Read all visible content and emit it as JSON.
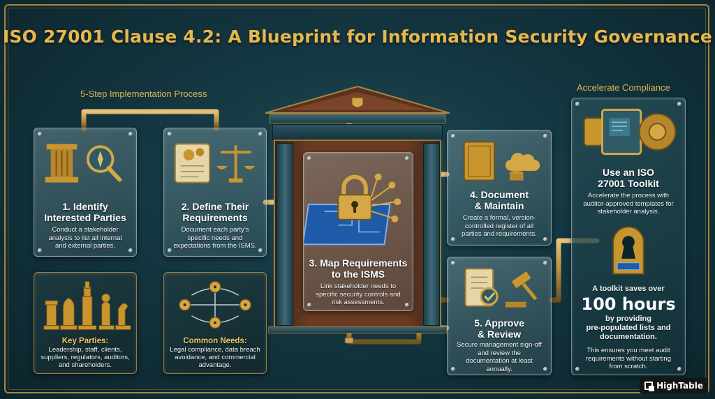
{
  "title": "ISO 27001 Clause 4.2: A Blueprint for Information Security Governance",
  "left_section_label": "5-Step Implementation Process",
  "right_section_label": "Accelerate Compliance",
  "steps": [
    {
      "heading": "1. Identify\nInterested Parties",
      "body": "Conduct a stakeholder analysis to list all internal and external parties.",
      "icon": "pillar-magnifier-icon"
    },
    {
      "heading": "2. Define Their\nRequirements",
      "body": "Document each party's specific needs and expectations from the ISMS.",
      "icon": "scroll-gears-scales-icon"
    },
    {
      "heading": "3. Map Requirements\nto the ISMS",
      "body": "Link stakeholder needs to specific security controls and risk assessments.",
      "icon": "padlock-blueprint-icon"
    },
    {
      "heading": "4. Document\n& Maintain",
      "body": "Create a formal, version-controlled register of all parties and requirements.",
      "icon": "book-cloud-database-icon"
    },
    {
      "heading": "5. Approve\n& Review",
      "body": "Secure management sign-off and review the documentation at least annually.",
      "icon": "checklist-gavel-icon"
    }
  ],
  "key_parties": {
    "heading": "Key Parties:",
    "body": "Leadership, staff, clients, suppliers, regulators, auditors, and shareholders.",
    "icon": "chess-pieces-icon"
  },
  "common_needs": {
    "heading": "Common Needs:",
    "body": "Legal compliance, data breach avoidance, and commercial advantage.",
    "icon": "connected-padlocks-icon"
  },
  "toolkit": {
    "heading": "Use an ISO\n27001 Toolkit",
    "body": "Accelerate the process with auditor-approved templates for stakeholder analysis.",
    "saves_prefix": "A toolkit saves over",
    "saves_value": "100 hours",
    "saves_suffix": "by providing\npre-populated lists and\ndocumentation.",
    "footer": "This ensures you meet audit requirements without starting from scratch.",
    "icon_top": "vault-door-icon",
    "icon_bottom": "keyhole-lock-icon"
  },
  "brand": "HighTable",
  "colors": {
    "gold": "#e7b74e",
    "pipe": "#b88f3e",
    "bg": "#143640"
  }
}
